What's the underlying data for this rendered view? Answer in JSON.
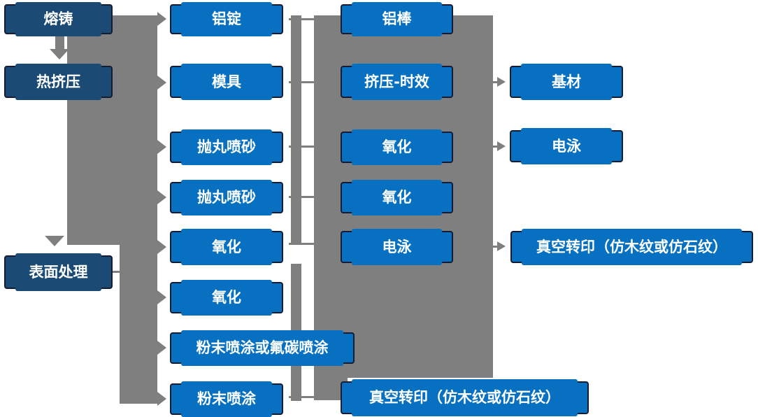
{
  "diagram": {
    "kind": "flowchart",
    "columns": 4
  },
  "colors": {
    "process_box_blue": "#0770c0",
    "stage_box_dark_blue": "#1b4a74",
    "connector_gray": "#7f7f7f",
    "box_border": "#131c33",
    "text": "#ffffff",
    "background": "#ffffff"
  },
  "nodes": [
    {
      "label": "熔铸"
    },
    {
      "label": "热挤压"
    },
    {
      "label": "表面处理"
    },
    {
      "label": "铝锭"
    },
    {
      "label": "模具"
    },
    {
      "label": "抛丸喷砂"
    },
    {
      "label": "抛丸喷砂"
    },
    {
      "label": "氧化"
    },
    {
      "label": "氧化"
    },
    {
      "label": "粉末喷涂或氟碳喷涂"
    },
    {
      "label": "粉末喷涂"
    },
    {
      "label": "铝棒"
    },
    {
      "label": "挤压-时效"
    },
    {
      "label": "氧化"
    },
    {
      "label": "氧化"
    },
    {
      "label": "电泳"
    },
    {
      "label": "真空转印（仿木纹或仿石纹）"
    },
    {
      "label": "基材"
    },
    {
      "label": "电泳"
    },
    {
      "label": "真空转印（仿木纹或仿石纹）"
    }
  ],
  "arrows": {
    "down_arrow_targets": [
      "热挤压",
      "表面处理"
    ],
    "band_right_arrow_targets": [
      "铝锭",
      "模具",
      "抛丸喷砂",
      "抛丸喷砂",
      "氧化",
      "氧化",
      "粉末喷涂或氟碳喷涂",
      "粉末喷涂"
    ],
    "block_right_arrow_targets": [
      "基材",
      "电泳",
      "真空转印（仿木纹或仿石纹）"
    ]
  }
}
